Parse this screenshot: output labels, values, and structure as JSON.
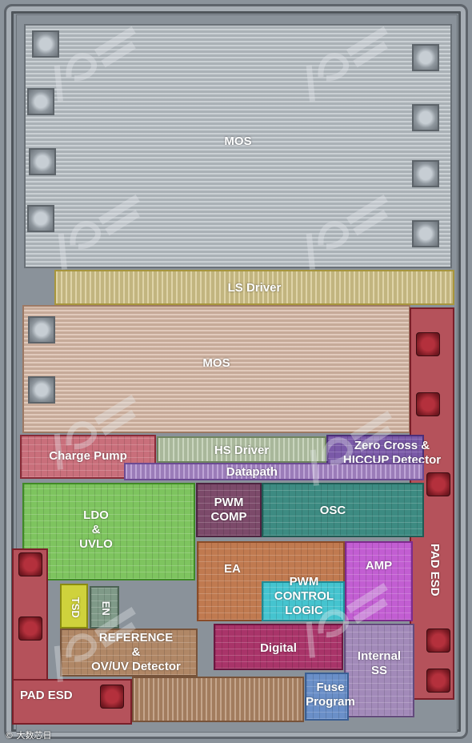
{
  "blocks": {
    "mos_top": "MOS",
    "ls_driver": "LS Driver",
    "mos_mid": "MOS",
    "charge_pump": "Charge Pump",
    "hs_driver": "HS Driver",
    "datapath": "Datapath",
    "zero_cross": "Zero Cross &\nHICCUP Detector",
    "ldo_uvlo": "LDO\n&\nUVLO",
    "pwm_comp": "PWM\nCOMP",
    "osc": "OSC",
    "pad_esd_right": "PAD ESD",
    "ea": "EA",
    "amp": "AMP",
    "pwm_control": "PWM\nCONTROL\nLOGIC",
    "tsd": "TSD",
    "en": "EN",
    "reference": "REFERENCE\n&\nOV/UV Detector",
    "digital": "Digital",
    "internal_ss": "Internal\nSS",
    "fuse_program": "Fuse\nProgram",
    "pad_esd_left": "PAD ESD"
  },
  "watermark": {
    "logo_icon": "ipbrain-logo-icon"
  },
  "credit": "© 大数芯日"
}
